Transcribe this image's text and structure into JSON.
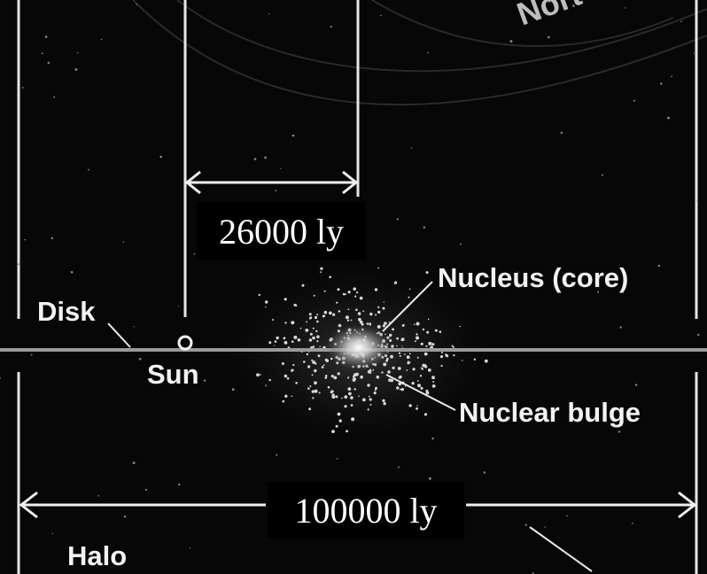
{
  "diagram": {
    "labels": {
      "north": "Nort",
      "disk": "Disk",
      "sun": "Sun",
      "nucleus": "Nucleus (core)",
      "bulge": "Nuclear bulge",
      "halo": "Halo"
    },
    "measurements": {
      "sun_to_center": "26000 ly",
      "disk_diameter": "100000 ly"
    }
  }
}
